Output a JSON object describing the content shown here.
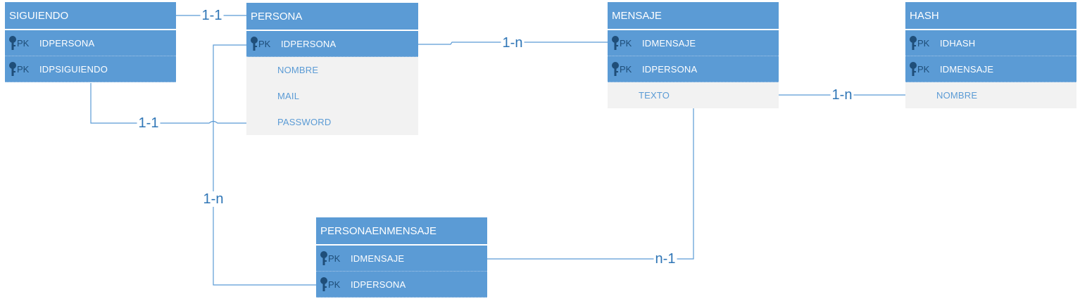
{
  "entities": {
    "siguiendo": {
      "title": "SIGUIENDO",
      "rows": [
        {
          "pk": "PK",
          "name": "IDPERSONA"
        },
        {
          "pk": "PK",
          "name": "IDPSIGUIENDO"
        }
      ]
    },
    "persona": {
      "title": "PERSONA",
      "rows": [
        {
          "pk": "PK",
          "name": "IDPERSONA"
        },
        {
          "pk": "",
          "name": "NOMBRE"
        },
        {
          "pk": "",
          "name": "MAIL"
        },
        {
          "pk": "",
          "name": "PASSWORD"
        }
      ]
    },
    "mensaje": {
      "title": "MENSAJE",
      "rows": [
        {
          "pk": "PK",
          "name": "IDMENSAJE"
        },
        {
          "pk": "PK",
          "name": "IDPERSONA"
        },
        {
          "pk": "",
          "name": "TEXTO"
        }
      ]
    },
    "hash": {
      "title": "HASH",
      "rows": [
        {
          "pk": "PK",
          "name": "IDHASH"
        },
        {
          "pk": "PK",
          "name": "IDMENSAJE"
        },
        {
          "pk": "",
          "name": "NOMBRE"
        }
      ]
    },
    "personaenmensaje": {
      "title": "PERSONAENMENSAJE",
      "rows": [
        {
          "pk": "PK",
          "name": "IDMENSAJE"
        },
        {
          "pk": "PK",
          "name": "IDPERSONA"
        }
      ]
    }
  },
  "relationships": {
    "siguiendo_persona_top": "1-1",
    "siguiendo_persona_bottom": "1-1",
    "persona_mensaje": "1-n",
    "mensaje_hash": "1-n",
    "persona_personaenmensaje": "1-n",
    "mensaje_personaenmensaje": "n-1"
  },
  "colors": {
    "header": "#5b9bd5",
    "attr_bg": "#f2f2f2",
    "line": "#5b9bd5",
    "label": "#2e75b6",
    "pk_text": "#1f4e79"
  },
  "icons": {
    "primary_key": "key-icon"
  }
}
